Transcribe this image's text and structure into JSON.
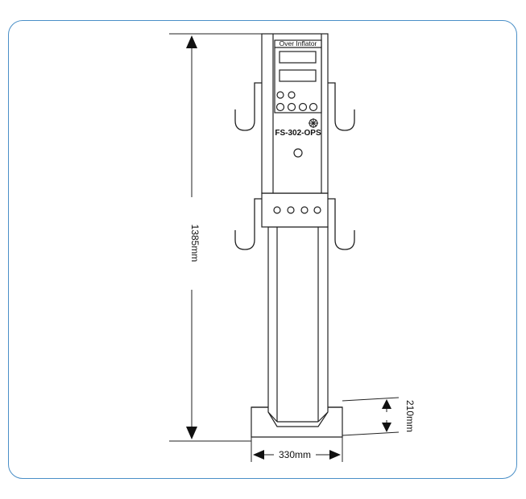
{
  "device": {
    "panel_title": "Over Inflator",
    "model": "FS-302-OPS"
  },
  "dimensions": {
    "height_label": "1385mm",
    "width_label": "330mm",
    "depth_label": "210mm"
  },
  "colors": {
    "frame_border": "#4a8fc7",
    "line": "#222222"
  }
}
